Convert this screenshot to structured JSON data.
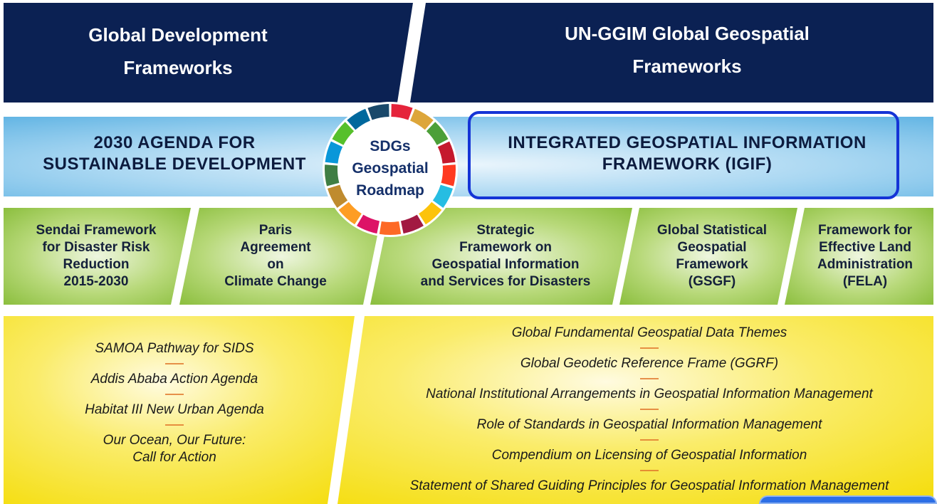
{
  "header": {
    "left_title": [
      "Global Development",
      "Frameworks"
    ],
    "right_title": [
      "UN-GGIM Global Geospatial",
      "Frameworks"
    ]
  },
  "agendas": {
    "left": [
      "2030 AGENDA FOR",
      "SUSTAINABLE DEVELOPMENT"
    ],
    "right": [
      "INTEGRATED GEOSPATIAL INFORMATION",
      "FRAMEWORK (IGIF)"
    ]
  },
  "center_badge": {
    "lines": [
      "SDGs",
      "Geospatial",
      "Roadmap"
    ]
  },
  "green_frameworks": [
    {
      "lines": [
        "Sendai Framework",
        "for Disaster Risk",
        "Reduction",
        "2015-2030"
      ]
    },
    {
      "lines": [
        "Paris",
        "Agreement",
        "on",
        "Climate Change"
      ]
    },
    {
      "lines": [
        "Strategic",
        "Framework on",
        "Geospatial Information",
        "and Services for Disasters"
      ]
    },
    {
      "lines": [
        "Global Statistical",
        "Geospatial",
        "Framework",
        "(GSGF)"
      ]
    },
    {
      "lines": [
        "Framework for",
        "Effective Land",
        "Administration",
        "(FELA)"
      ]
    }
  ],
  "left_agendas": [
    {
      "lines": [
        "SAMOA Pathway for SIDS"
      ]
    },
    {
      "lines": [
        "Addis Ababa Action Agenda"
      ]
    },
    {
      "lines": [
        "Habitat III New Urban Agenda"
      ]
    },
    {
      "lines": [
        "Our Ocean, Our Future:",
        "Call for Action"
      ]
    }
  ],
  "right_themes": [
    {
      "lines": [
        "Global Fundamental Geospatial Data Themes"
      ]
    },
    {
      "lines": [
        "Global Geodetic Reference Frame (GGRF)"
      ]
    },
    {
      "lines": [
        "National Institutional Arrangements in Geospatial Information Management"
      ]
    },
    {
      "lines": [
        "Role of Standards in Geospatial Information Management"
      ]
    },
    {
      "lines": [
        "Compendium on Licensing of Geospatial Information"
      ]
    },
    {
      "lines": [
        "Statement of Shared Guiding Principles for Geospatial Information Management"
      ]
    }
  ],
  "colors": {
    "navy": "#0b2153",
    "light_blue": "#5fb6e6",
    "green": "#8cbf3f",
    "yellow": "#f7e21c",
    "highlight": "#1534d6",
    "sdg_wheel": [
      "#e5243b",
      "#dda63a",
      "#4c9f38",
      "#c5192d",
      "#ff3a21",
      "#26bde2",
      "#fcc30b",
      "#a21942",
      "#fd6925",
      "#dd1367",
      "#fd9d24",
      "#bf8b2e",
      "#3f7e44",
      "#0a97d9",
      "#56c02b",
      "#00689d",
      "#19486a"
    ]
  }
}
